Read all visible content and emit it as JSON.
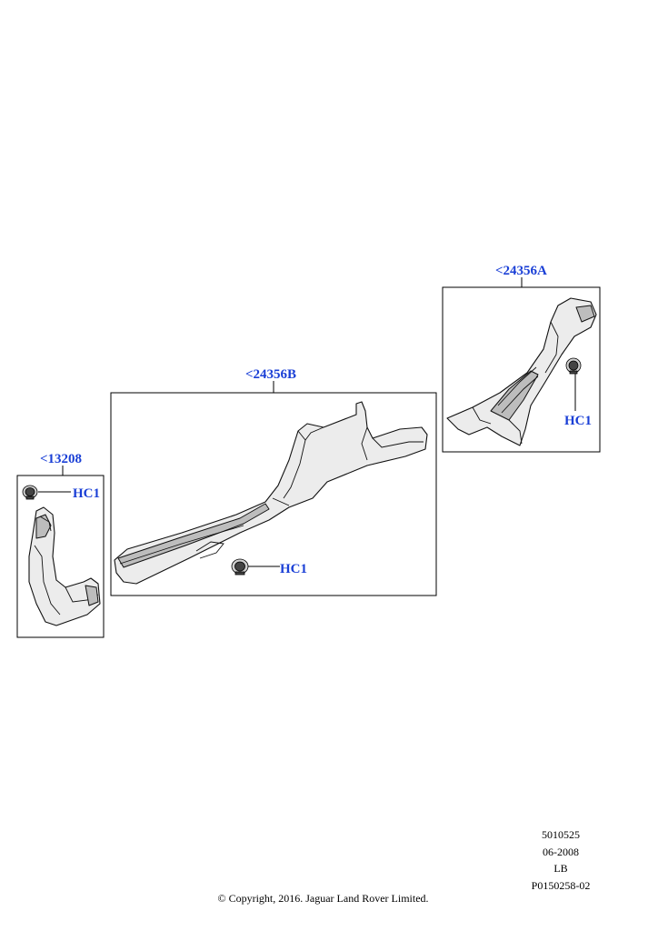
{
  "groups": [
    {
      "id": "13208",
      "label": "<13208",
      "fastener_label": "HC1"
    },
    {
      "id": "24356B",
      "label": "<24356B",
      "fastener_label": "HC1"
    },
    {
      "id": "24356A",
      "label": "<24356A",
      "fastener_label": "HC1"
    }
  ],
  "meta": {
    "code": "5010525",
    "date": "06-2008",
    "side": "LB",
    "illustration_id": "P0150258-02"
  },
  "copyright": "© Copyright, 2016. Jaguar Land Rover Limited.",
  "colors": {
    "callout": "#1a3fd6",
    "line": "#000000"
  },
  "icons": [
    "clip-fastener-icon"
  ]
}
